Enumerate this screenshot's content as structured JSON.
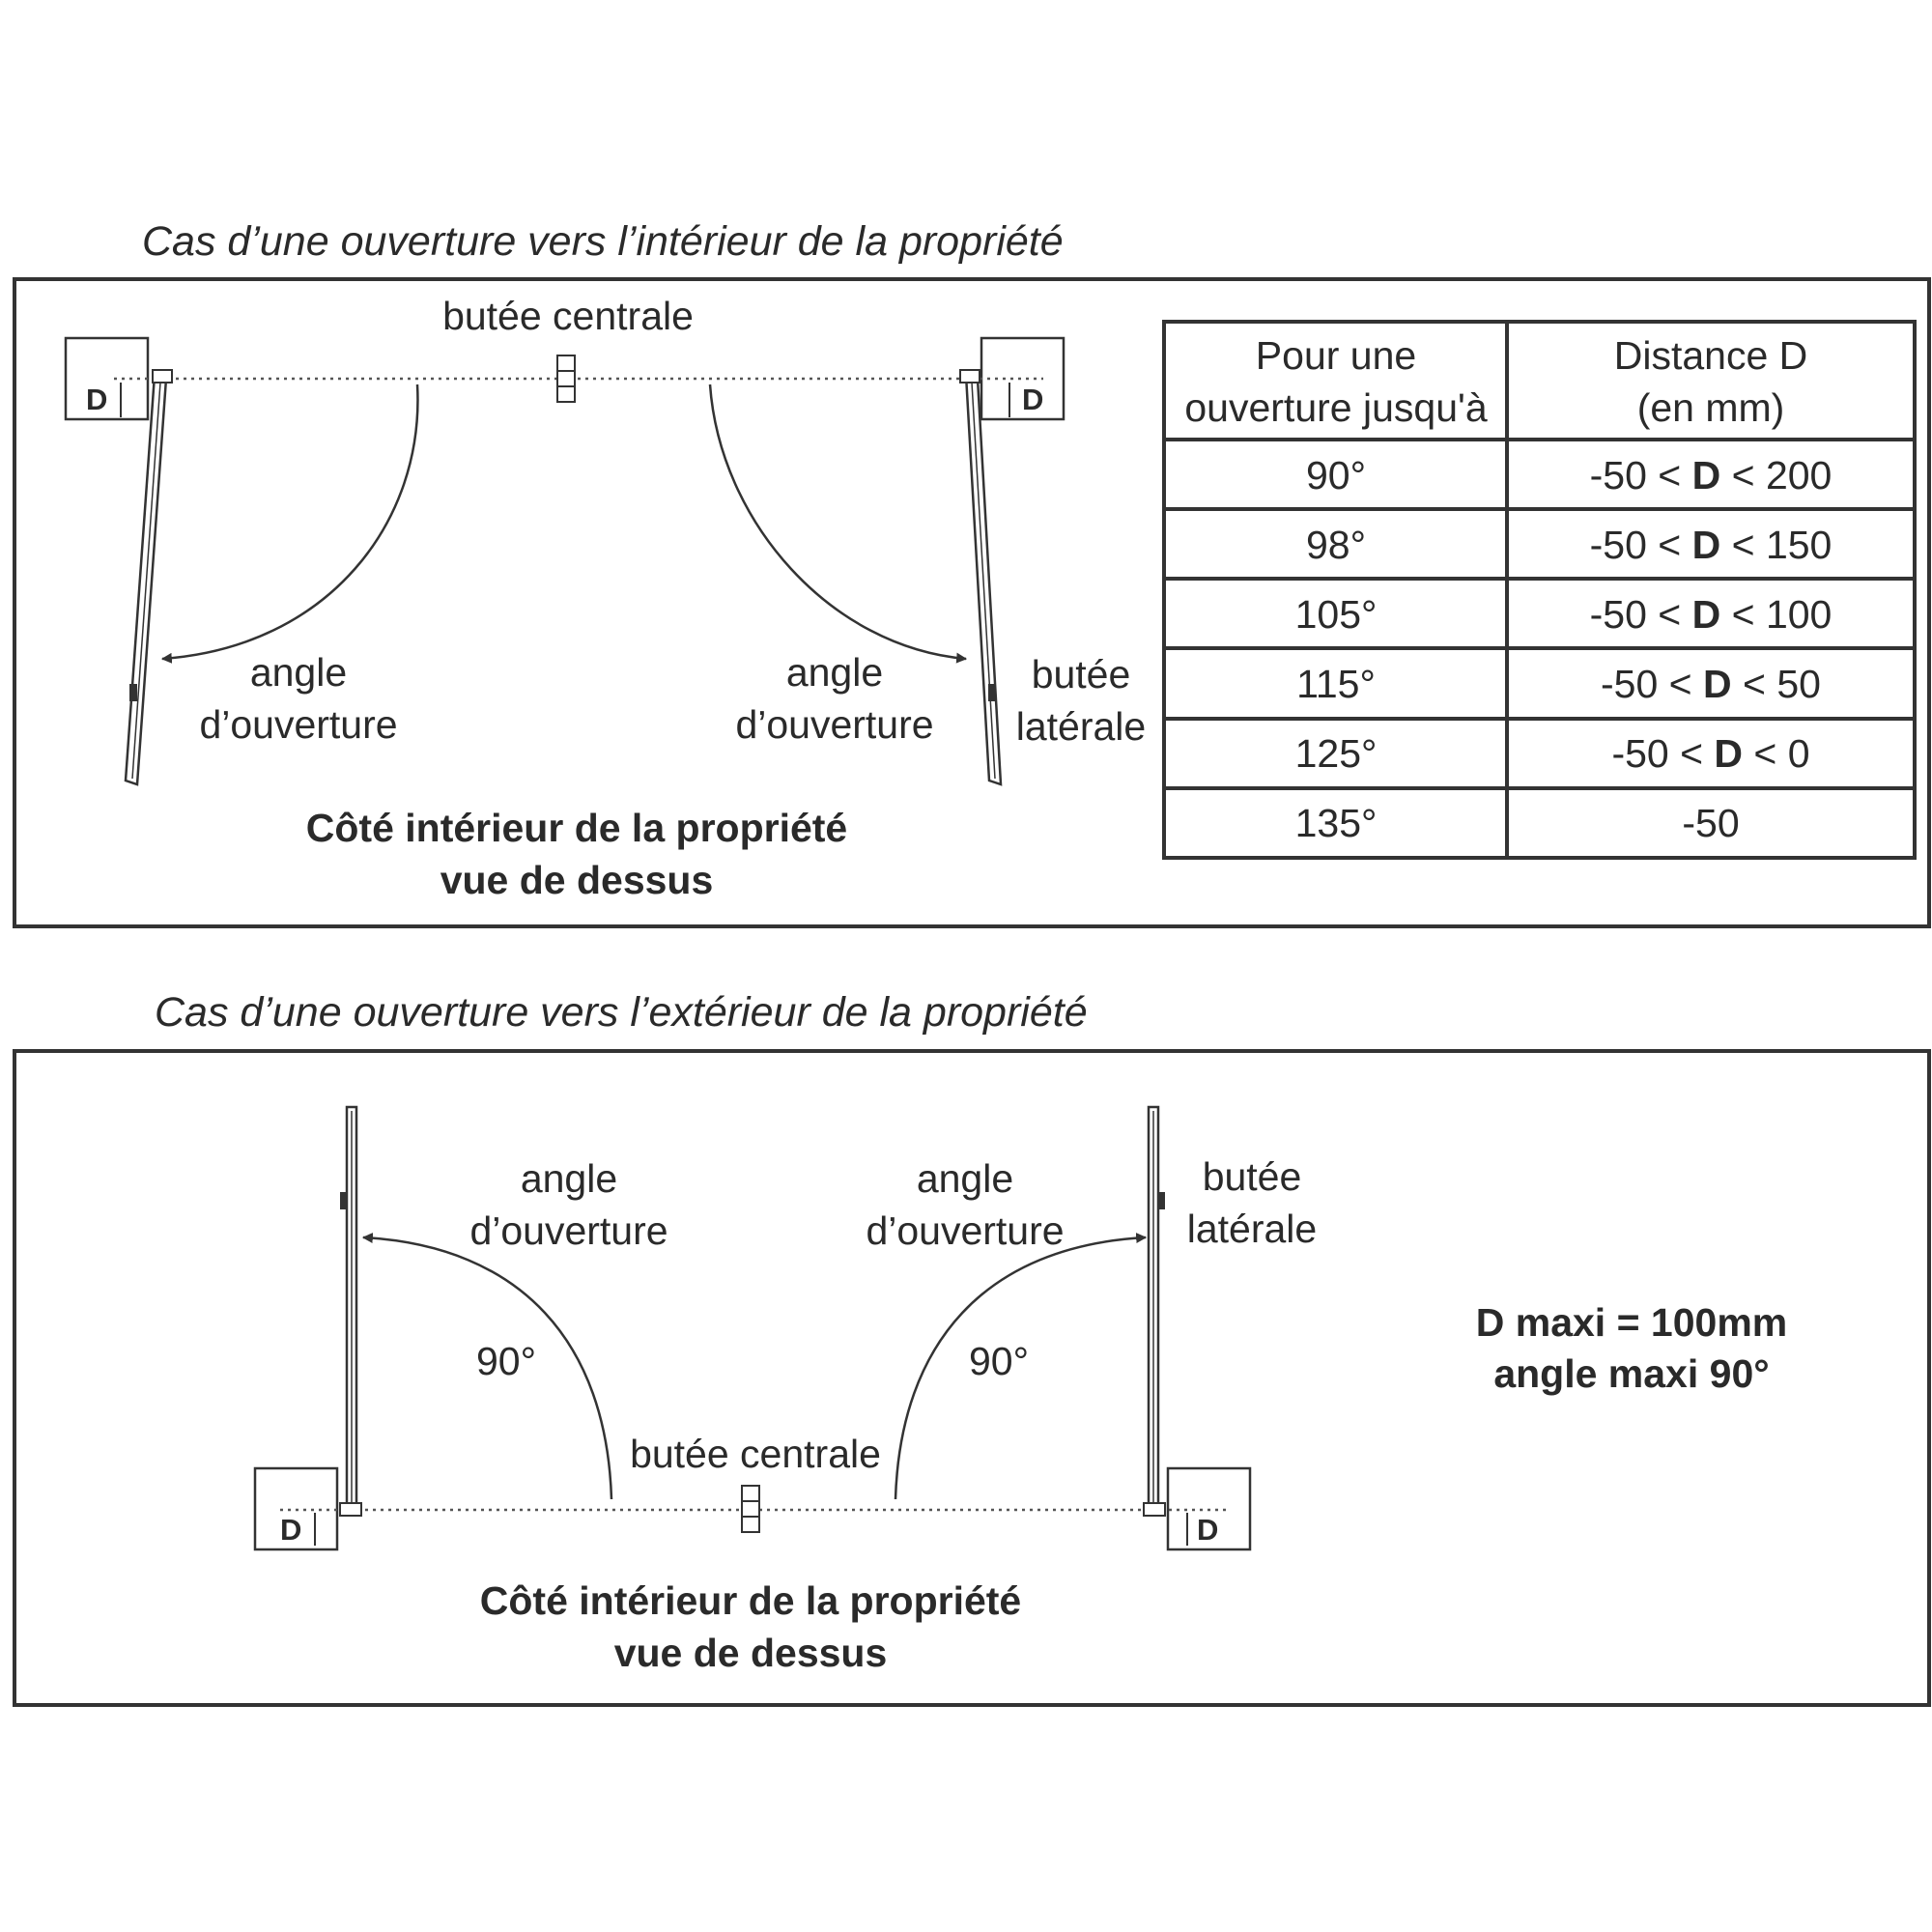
{
  "top": {
    "caption": "Cas d’une ouverture vers l’intérieur de la propriété",
    "center_stop": "butée centrale",
    "left_angle_1": "angle",
    "left_angle_2": "d’ouverture",
    "right_angle_1": "angle",
    "right_angle_2": "d’ouverture",
    "side_stop_1": "butée",
    "side_stop_2": "latérale",
    "side_label_1": "Côté intérieur de la propriété",
    "side_label_2": "vue de dessus",
    "d_left": "D",
    "d_right": "D",
    "table": {
      "header_col1_1": "Pour une",
      "header_col1_2": "ouverture jusqu'à",
      "header_col2_1": "Distance D",
      "header_col2_2": "(en mm)",
      "rows": [
        {
          "angle": "90°",
          "pre": "-50 < ",
          "bold": "D",
          "post": " < 200"
        },
        {
          "angle": "98°",
          "pre": "-50 < ",
          "bold": "D",
          "post": " < 150"
        },
        {
          "angle": "105°",
          "pre": "-50 < ",
          "bold": "D",
          "post": " < 100"
        },
        {
          "angle": "115°",
          "pre": "-50 < ",
          "bold": "D",
          "post": " < 50"
        },
        {
          "angle": "125°",
          "pre": "-50 < ",
          "bold": "D",
          "post": " < 0"
        },
        {
          "angle": "135°",
          "pre": "-50",
          "bold": "",
          "post": ""
        }
      ]
    }
  },
  "bottom": {
    "caption": "Cas d’une ouverture vers l’extérieur de la propriété",
    "left_angle_1": "angle",
    "left_angle_2": "d’ouverture",
    "right_angle_1": "angle",
    "right_angle_2": "d’ouverture",
    "side_stop_1": "butée",
    "side_stop_2": "latérale",
    "left_deg": "90°",
    "right_deg": "90°",
    "center_stop": "butée centrale",
    "side_label_1": "Côté intérieur de la propriété",
    "side_label_2": "vue de dessus",
    "d_left": "D",
    "d_right": "D",
    "max_1": "D maxi = 100mm",
    "max_2": "angle maxi 90°"
  },
  "colors": {
    "ink": "#2a2a2a",
    "line": "#333333",
    "dotted": "#555555"
  }
}
